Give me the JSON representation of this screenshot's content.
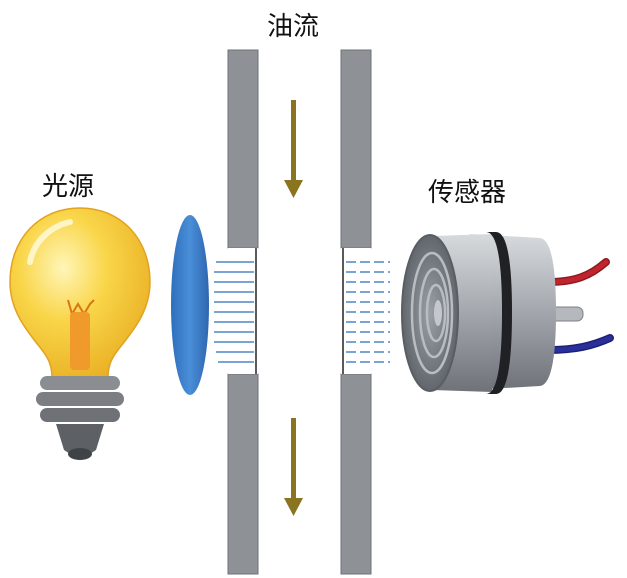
{
  "labels": {
    "oil_flow": "油流",
    "light_source": "光源",
    "sensor": "传感器"
  },
  "icons": [
    "light-bulb-icon",
    "lens-icon",
    "pressure-sensor-icon",
    "flow-arrow-icon"
  ],
  "colors": {
    "bulb_glass": "#f7c93a",
    "bulb_filament": "#f09a2c",
    "bulb_base": "#7b7f84",
    "lens": "#3d82d0",
    "pipe_wall": "#8e9196",
    "light_rays": "#4f86c4",
    "flow_arrow": "#8a7420",
    "wire_red": "#c0242c",
    "wire_blue": "#2a2f9c",
    "sensor_body": "#a9adb3"
  }
}
